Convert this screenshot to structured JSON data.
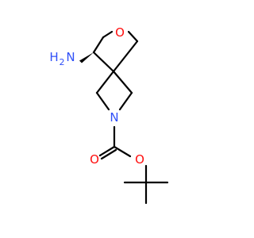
{
  "molecule": {
    "atoms": {
      "oxygen_ether": {
        "symbol": "O",
        "color": "#ff0d0d"
      },
      "nitrogen_ring": {
        "symbol": "N",
        "color": "#3050f8"
      },
      "oxygen_carbonyl": {
        "symbol": "O",
        "color": "#ff0d0d"
      },
      "oxygen_ester": {
        "symbol": "O",
        "color": "#ff0d0d"
      },
      "amine": {
        "symbol_main": "H",
        "symbol_sub": "2",
        "symbol_tail": "N",
        "color": "#3050f8"
      }
    },
    "bond_color": "#000000"
  }
}
